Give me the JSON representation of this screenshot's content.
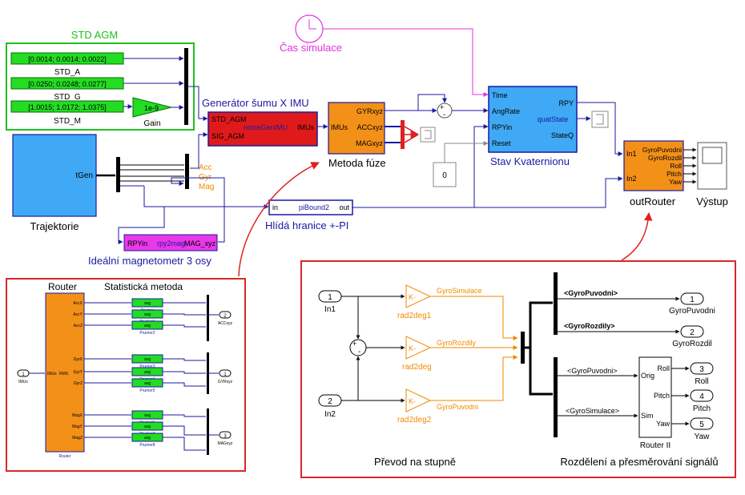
{
  "std_agm": {
    "group_title": "STD AGM",
    "const_a_value": "[0.0014; 0.0014; 0.0022]",
    "const_a_label": "STD_A",
    "const_g_value": "[0.0250; 0.0248; 0.0277]",
    "const_g_label": "STD_G",
    "const_m_value": "[1.0015; 1.0172; 1.0375]",
    "const_m_label": "STD_M",
    "gain_value": "1e-9",
    "gain_label": "Gain"
  },
  "clock": {
    "label": "Čas simulace"
  },
  "noise_gen": {
    "title": "Generátor šumu X IMU",
    "port_in1": "STD_AGM",
    "port_in2": "SIG_AGM",
    "func_name": "noiseGenIMU",
    "port_out": "IMUs"
  },
  "trajectory": {
    "port_out": "tGen",
    "label": "Trajektorie"
  },
  "signal_labels": {
    "acc": "Acc",
    "gyr": "Gyr",
    "mag": "Mag"
  },
  "fusion": {
    "label": "Metoda fúze",
    "port_in": "IMUs",
    "out1": "GYRxyz",
    "out2": "ACCxyz",
    "out3": "MAGxyz"
  },
  "zero_const": {
    "value": "0"
  },
  "quat": {
    "label": "Stav Kvaternionu",
    "in1": "Time",
    "in2": "AngRate",
    "in3": "RPYin",
    "in4": "Reset",
    "out1": "RPY",
    "out2": "StateQ",
    "func_name": "quatState"
  },
  "pibound": {
    "label": "Hlídá hranice +-PI",
    "port_in": "in",
    "func_name": "piBound2",
    "port_out": "out"
  },
  "magnet": {
    "label": "Ideální magnetometr 3 osy",
    "port_in": "RPYin",
    "func_name": "rpy2mag",
    "port_out": "MAG_xyz"
  },
  "outrouter": {
    "label": "outRouter",
    "in1": "In1",
    "in2": "In2",
    "outs": [
      "GyroPuvodni",
      "GyroRozdil",
      "Roll",
      "Pitch",
      "Yaw"
    ]
  },
  "scope": {
    "label": "Výstup"
  },
  "stat_panel": {
    "router_title": "Router",
    "method_title": "Statistická metoda",
    "in_port_num": "1",
    "in_port_label": "IMUs",
    "router_block_label": "Router",
    "router_in": "IMUs",
    "router_in2": "RMS",
    "router_outs": [
      "AccX",
      "AccY",
      "AccZ",
      "GyrX",
      "GyrY",
      "GyrZ",
      "MagX",
      "MagY",
      "MagZ"
    ],
    "avg_block_text": "avg",
    "avg_labels": [
      "Prumer",
      "Prumer1",
      "Prumer2",
      "Prumer3",
      "Prumer4",
      "Prumer5",
      "Prumer6",
      "Prumer7",
      "Prumer8"
    ],
    "out_ports": [
      {
        "num": "2",
        "label": "ACCxyz"
      },
      {
        "num": "1",
        "label": "GYRxyz"
      },
      {
        "num": "3",
        "label": "MAGxyz"
      }
    ]
  },
  "conv_panel": {
    "in1_num": "1",
    "in1_label": "In1",
    "in2_num": "2",
    "in2_label": "In2",
    "gain_text": "K-",
    "gain_labels": [
      "rad2deg1",
      "rad2deg",
      "rad2deg2"
    ],
    "signal_names": [
      "GyroSimulace",
      "GyroRozdily",
      "GyroPuvodni"
    ],
    "bus_sel1_outs": [
      "<GyroPuvodni>",
      "<GyroRozdily>"
    ],
    "out1": {
      "num": "1",
      "label": "GyroPuvodni"
    },
    "out2": {
      "num": "2",
      "label": "GyroRozdil"
    },
    "bus_sel2_outs": [
      "<GyroPuvodni>",
      "<GyroSimulace>"
    ],
    "router2_in1": "Orig",
    "router2_in2": "Sim",
    "router2_outs": [
      "Roll",
      "Pitch",
      "Yaw"
    ],
    "router2_label": "Router II",
    "out3": {
      "num": "3",
      "label": "Roll"
    },
    "out4": {
      "num": "4",
      "label": "Pitch"
    },
    "out5": {
      "num": "5",
      "label": "Yaw"
    },
    "section1_title": "Převod na stupně",
    "section2_title": "Rozdělení a přesměrování signálů"
  }
}
